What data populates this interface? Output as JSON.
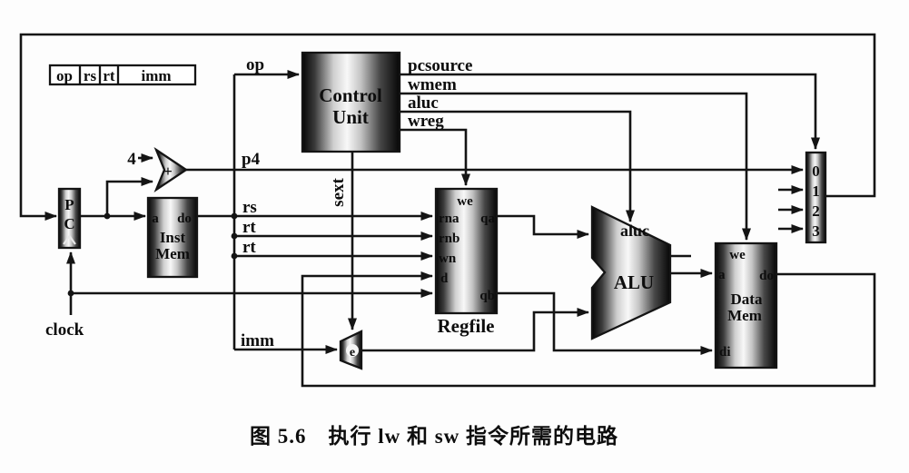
{
  "caption": "图 5.6　执行 lw 和 sw 指令所需的电路",
  "instruction_format": {
    "op": "op",
    "rs": "rs",
    "rt": "rt",
    "imm": "imm"
  },
  "components": {
    "pc": {
      "p": "P",
      "c": "C"
    },
    "adder": {
      "plus": "+"
    },
    "inst_mem": {
      "port_a": "a",
      "port_do": "do",
      "line1": "Inst",
      "line2": "Mem"
    },
    "control_unit": {
      "line1": "Control",
      "line2": "Unit"
    },
    "regfile": {
      "port_we": "we",
      "port_rna": "rna",
      "port_qa": "qa",
      "port_rnb": "rnb",
      "port_wn": "wn",
      "port_d": "d",
      "port_qb": "qb",
      "name": "Regfile"
    },
    "alu": {
      "port_aluc": "aluc",
      "name": "ALU"
    },
    "data_mem": {
      "port_we": "we",
      "port_a": "a",
      "port_do": "do",
      "port_di": "di",
      "line1": "Data",
      "line2": "Mem"
    },
    "next_pc_mux": {
      "in0": "0",
      "in1": "1",
      "in2": "2",
      "in3": "3"
    },
    "extender": {
      "label": "e"
    }
  },
  "signals": {
    "four": "4",
    "p4": "p4",
    "op": "op",
    "rs": "rs",
    "rt_a": "rt",
    "rt_b": "rt",
    "imm": "imm",
    "sext": "sext",
    "clock": "clock",
    "pcsource": "pcsource",
    "wmem": "wmem",
    "aluc": "aluc",
    "wreg": "wreg"
  },
  "colors": {
    "wire": "#141414",
    "background": "#fdfdfd",
    "metal_dark": "#050505",
    "metal_light": "#f8f8f8"
  }
}
